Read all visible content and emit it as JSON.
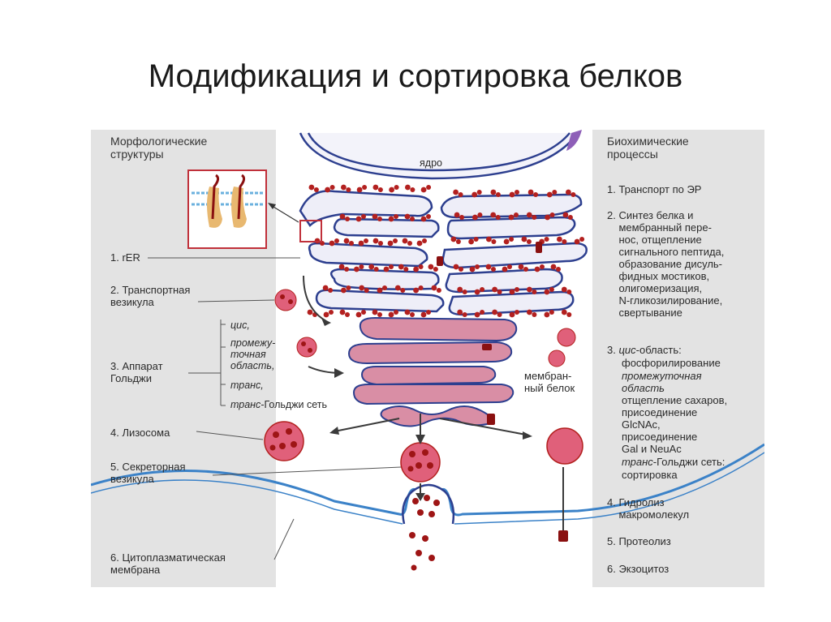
{
  "slide": {
    "title": "Модификация и сортировка белков"
  },
  "left_panel": {
    "heading": "Морфологические\nструктуры",
    "items": [
      {
        "label": "1. rER"
      },
      {
        "label": "2. Транспортная\nвезикула"
      },
      {
        "label": "3. Аппарат\nГольджи"
      },
      {
        "label": "4. Лизосома"
      },
      {
        "label": "5. Секреторная\nвезикула"
      },
      {
        "label": "6. Цитоплазматическая\nмембрана"
      }
    ],
    "golgi_parts": {
      "cis": "цис,",
      "intermediate": "промежу-\nточная\nобласть,",
      "trans": "транс,",
      "trans_network_prefix": "транс",
      "trans_network_suffix": "-Гольджи сеть"
    }
  },
  "center": {
    "nucleus_label": "ядро",
    "membrane_protein_label": "мембран-\nный белок"
  },
  "right_panel": {
    "heading": "Биохимические\nпроцессы",
    "items": [
      {
        "label": "1. Транспорт по ЭР"
      },
      {
        "label": "2. Синтез белка и\n    мембранный пере-\n    нос, отщепление\n    сигнального пептида,\n    образование дисуль-\n    фидных мостиков,\n    олигомеризация,\n    N-гликозилирование,\n    свертывание"
      },
      {
        "label": "4. Гидролиз\n    макромолекул"
      },
      {
        "label": "5. Протеолиз"
      },
      {
        "label": "6. Экзоцитоз"
      }
    ],
    "golgi_item": {
      "number": "3.",
      "cis": "цис",
      "cis_text": "-область:",
      "cis_process": "фосфорилирование",
      "intermediate": "промежуточная\nобласть",
      "intermediate_process": "отщепление сахаров,\nприсоединение\nGlcNAc,\nприсоединение\nGal и NeuAc",
      "trans": "транс",
      "trans_text": "-Гольджи сеть:",
      "trans_process": "сортировка"
    }
  },
  "colors": {
    "panel_bg": "#e3e3e3",
    "er_fill": "#eeeef8",
    "membrane": "#2d3f8f",
    "golgi_fill": "#d98ea5",
    "vesicle_fill": "#e0607a",
    "ribosome": "#b3201f",
    "plasma_membrane": "#3b82c8"
  }
}
